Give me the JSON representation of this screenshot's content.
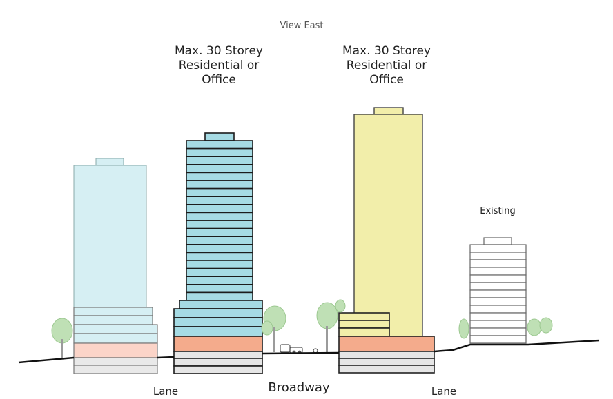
{
  "view_title": "View East",
  "labels": {
    "tower_left": [
      "Max. 30 Storey",
      "Residential or",
      "Office"
    ],
    "tower_right": [
      "Max. 30 Storey",
      "Residential or",
      "Office"
    ],
    "existing": "Existing",
    "lane_left": "Lane",
    "street": "Broadway",
    "lane_right": "Lane"
  },
  "colors": {
    "proposed_blue": "#a6dbe4",
    "context_blue": "#d6eff3",
    "proposed_yellow": "#f2eeaa",
    "podium_orange": "#f4ab8c",
    "podium_pink": "#fbd4c8",
    "base_grey": "#e6e6e6",
    "tree_green": "#b9deb0"
  }
}
